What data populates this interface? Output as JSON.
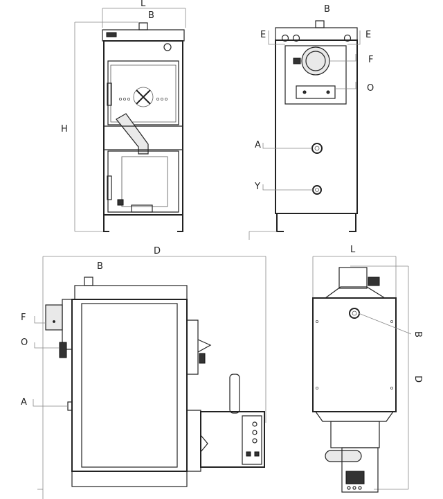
{
  "labels": {
    "front_width": "L",
    "front_flue": "B",
    "front_height": "H",
    "back_flue": "B",
    "back_e_left": "E",
    "back_e_right": "E",
    "back_f": "F",
    "back_o": "O",
    "back_a": "A",
    "back_y": "Y",
    "side_depth": "D",
    "side_flue": "B",
    "side_f": "F",
    "side_o": "O",
    "side_a": "A",
    "top_width": "L",
    "top_flue": "B",
    "top_depth": "D"
  }
}
